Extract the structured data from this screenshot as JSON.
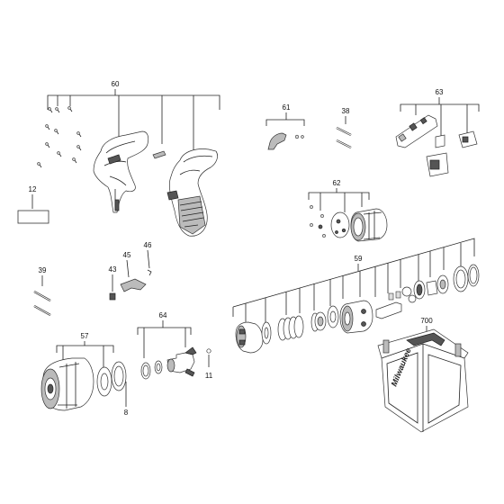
{
  "labels": {
    "p60": "60",
    "p61": "61",
    "p38": "38",
    "p63": "63",
    "p12": "12",
    "p62": "62",
    "p46": "46",
    "p45": "45",
    "p43": "43",
    "p39": "39",
    "p59": "59",
    "p57": "57",
    "p64": "64",
    "p8": "8",
    "p11": "11",
    "p700": "700"
  },
  "case_logo_text": "Milwaukee"
}
